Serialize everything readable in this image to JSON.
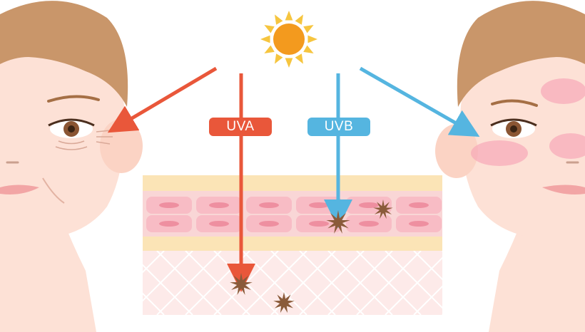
{
  "labels": {
    "uva": "UVA",
    "uvb": "UVB"
  },
  "colors": {
    "uva": "#e9573a",
    "uvb": "#55b5e0",
    "sun_core": "#f39a1e",
    "sun_rays": "#f6c53f",
    "skin": "#fde1d6",
    "hair": "#c9966a",
    "epidermis": "#f9c9cf",
    "dermis": "#fdeae9",
    "fat_layer": "#fbe4b6",
    "damage": "#8a5b3a",
    "redness": "#f7a8b8"
  },
  "illustration": {
    "left_face": "wrinkled-aged-skin",
    "right_face": "sunburned-red-skin",
    "icons": [
      "sun-icon",
      "damage-spot-icon"
    ]
  }
}
